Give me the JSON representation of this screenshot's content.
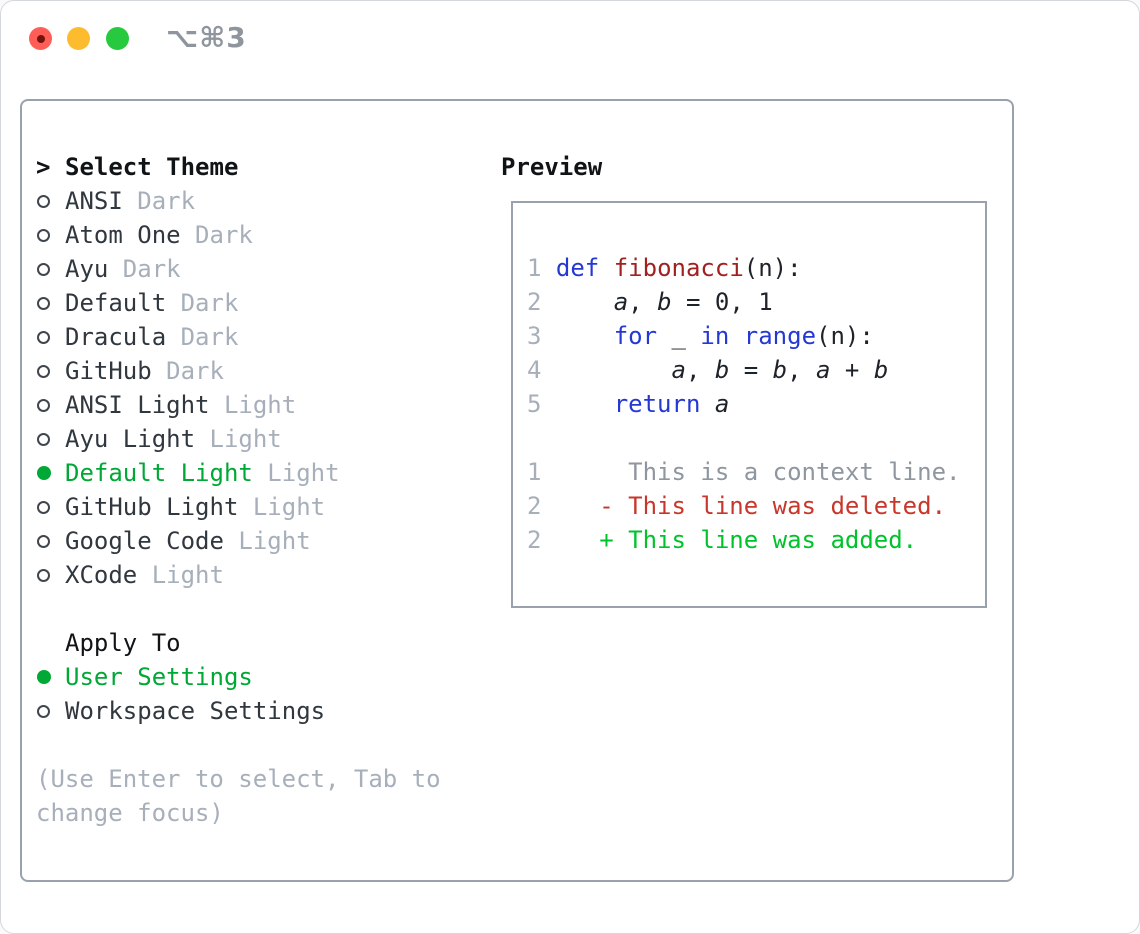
{
  "window": {
    "title": "⌥⌘3",
    "controls": {
      "close": "close",
      "minimize": "minimize",
      "zoom": "zoom"
    }
  },
  "theme_panel": {
    "header_prefix": ">",
    "header": "Select Theme",
    "themes": [
      {
        "name": "ANSI",
        "variant": "Dark",
        "selected": false
      },
      {
        "name": "Atom One",
        "variant": "Dark",
        "selected": false
      },
      {
        "name": "Ayu",
        "variant": "Dark",
        "selected": false
      },
      {
        "name": "Default",
        "variant": "Dark",
        "selected": false
      },
      {
        "name": "Dracula",
        "variant": "Dark",
        "selected": false
      },
      {
        "name": "GitHub",
        "variant": "Dark",
        "selected": false
      },
      {
        "name": "ANSI Light",
        "variant": "Light",
        "selected": false
      },
      {
        "name": "Ayu Light",
        "variant": "Light",
        "selected": false
      },
      {
        "name": "Default Light",
        "variant": "Light",
        "selected": true
      },
      {
        "name": "GitHub Light",
        "variant": "Light",
        "selected": false
      },
      {
        "name": "Google Code",
        "variant": "Light",
        "selected": false
      },
      {
        "name": "XCode",
        "variant": "Light",
        "selected": false
      }
    ],
    "apply_to": {
      "header": "Apply To",
      "options": [
        {
          "name": "User Settings",
          "selected": true
        },
        {
          "name": "Workspace Settings",
          "selected": false
        }
      ]
    },
    "help_lines": [
      "(Use Enter to select, Tab to",
      "change focus)"
    ]
  },
  "preview": {
    "title": "Preview",
    "lines": [
      {
        "num": "1",
        "kind": "code-line",
        "segs": [
          {
            "t": " ",
            "s": "p"
          },
          {
            "t": "def",
            "s": "k"
          },
          {
            "t": " ",
            "s": "p"
          },
          {
            "t": "fibonacci",
            "s": "f"
          },
          {
            "t": "(n):",
            "s": "p"
          }
        ]
      },
      {
        "num": "2",
        "kind": "code-line",
        "segs": [
          {
            "t": "     ",
            "s": "p"
          },
          {
            "t": "a",
            "s": "v"
          },
          {
            "t": ", ",
            "s": "p"
          },
          {
            "t": "b",
            "s": "v"
          },
          {
            "t": " = 0, 1",
            "s": "p"
          }
        ]
      },
      {
        "num": "3",
        "kind": "code-line",
        "segs": [
          {
            "t": "     ",
            "s": "p"
          },
          {
            "t": "for",
            "s": "k"
          },
          {
            "t": " _ ",
            "s": "p"
          },
          {
            "t": "in",
            "s": "k"
          },
          {
            "t": " ",
            "s": "p"
          },
          {
            "t": "range",
            "s": "k"
          },
          {
            "t": "(n):",
            "s": "p"
          }
        ]
      },
      {
        "num": "4",
        "kind": "code-line",
        "segs": [
          {
            "t": "         ",
            "s": "p"
          },
          {
            "t": "a",
            "s": "v"
          },
          {
            "t": ", ",
            "s": "p"
          },
          {
            "t": "b",
            "s": "v"
          },
          {
            "t": " = ",
            "s": "p"
          },
          {
            "t": "b",
            "s": "v"
          },
          {
            "t": ", ",
            "s": "p"
          },
          {
            "t": "a",
            "s": "v"
          },
          {
            "t": " + ",
            "s": "p"
          },
          {
            "t": "b",
            "s": "v"
          }
        ]
      },
      {
        "num": "5",
        "kind": "code-line",
        "segs": [
          {
            "t": "     ",
            "s": "p"
          },
          {
            "t": "return",
            "s": "k"
          },
          {
            "t": " ",
            "s": "p"
          },
          {
            "t": "a",
            "s": "v"
          }
        ]
      },
      {
        "num": "1",
        "kind": "diff-context-line",
        "gap": true,
        "segs": [
          {
            "t": "      This is a context line.",
            "s": "ctx"
          }
        ]
      },
      {
        "num": "2",
        "kind": "diff-deleted-line",
        "segs": [
          {
            "t": "    - This line was deleted.",
            "s": "del"
          }
        ]
      },
      {
        "num": "2",
        "kind": "diff-added-line",
        "segs": [
          {
            "t": "    + This line was added.",
            "s": "add"
          }
        ]
      }
    ]
  },
  "colors": {
    "selected_green": "#00a835",
    "added_green": "#00c32c",
    "deleted_red": "#c8372b",
    "keyword_blue": "#2438d4",
    "function_red": "#a32020",
    "muted_gray": "#a7afbb",
    "context_gray": "#8e969f",
    "border_gray": "#99a2ac",
    "traffic_red": "#ff5d55",
    "traffic_yellow": "#fdbc2e",
    "traffic_green": "#27c93f"
  }
}
